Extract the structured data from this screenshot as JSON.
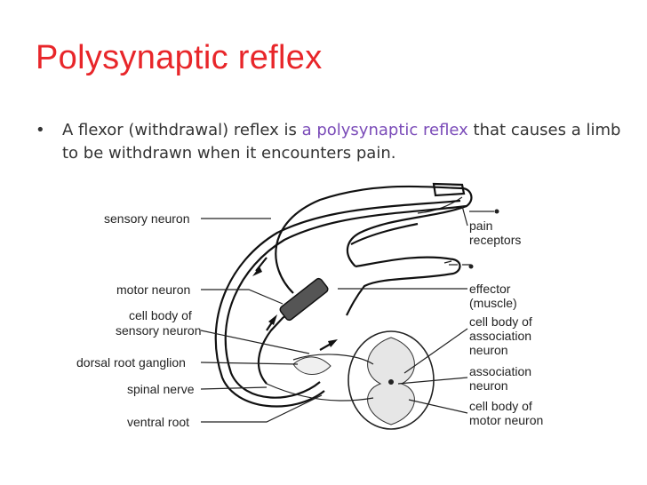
{
  "slide": {
    "title": "Polysynaptic reflex",
    "bullet_marker": "•",
    "bullet_text_before": "A flexor (withdrawal) reflex is ",
    "bullet_highlight": "a polysynaptic reflex",
    "bullet_text_after": " that causes a limb to be withdrawn when it encounters pain.",
    "highlight_color": "#7a4bb8",
    "title_color": "#e8262a"
  },
  "diagram": {
    "left_labels": {
      "sensory_neuron": "sensory neuron",
      "motor_neuron": "motor neuron",
      "cell_body_sensory_1": "cell body of",
      "cell_body_sensory_2": "sensory neuron",
      "dorsal_root_ganglion": "dorsal root ganglion",
      "spinal_nerve": "spinal nerve",
      "ventral_root": "ventral root"
    },
    "right_labels": {
      "pain_1": "pain",
      "pain_2": "receptors",
      "effector_1": "effector",
      "effector_2": "(muscle)",
      "cb_assoc_1": "cell body of",
      "cb_assoc_2": "association",
      "cb_assoc_3": "neuron",
      "assoc_1": "association",
      "assoc_2": "neuron",
      "cb_motor_1": "cell body of",
      "cb_motor_2": "motor neuron"
    }
  }
}
